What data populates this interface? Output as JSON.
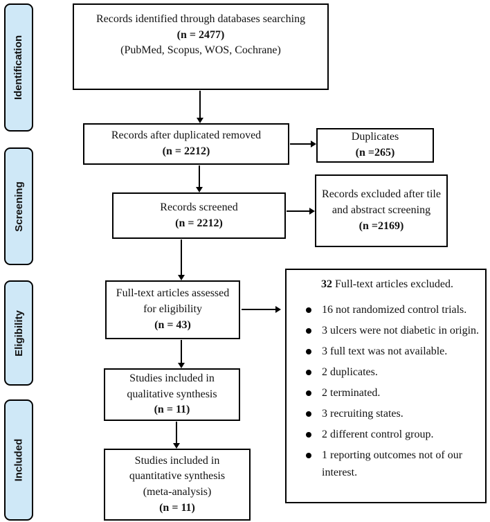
{
  "colors": {
    "stage_fill": "#cfe8f7",
    "line": "#000000",
    "background": "#ffffff"
  },
  "stages": [
    {
      "label": "Identification"
    },
    {
      "label": "Screening"
    },
    {
      "label": "Eligibility"
    },
    {
      "label": "Included"
    }
  ],
  "boxes": {
    "identified": {
      "text": "Records identified through databases searching",
      "count": "(n = 2477)",
      "sources": "(PubMed, Scopus, WOS, Cochrane)"
    },
    "after_duplicates": {
      "text": "Records after duplicated removed",
      "count": "(n = 2212)"
    },
    "duplicates": {
      "text": "Duplicates",
      "count": "(n =265)"
    },
    "screened": {
      "text": "Records screened",
      "count": "(n = 2212)"
    },
    "excluded_screening": {
      "text": "Records excluded after tile and abstract screening",
      "count": "(n =2169)"
    },
    "full_text": {
      "text": "Full-text articles assessed for eligibility",
      "count": "(n = 43)"
    },
    "excluded_full_text": {
      "count": "32",
      "title": "Full-text articles excluded.",
      "reasons": [
        "16 not randomized control trials.",
        "3 ulcers were not diabetic in origin.",
        "3 full text was not available.",
        "2 duplicates.",
        "2 terminated.",
        "3 recruiting states.",
        "2 different control group.",
        "1 reporting outcomes not of our interest."
      ]
    },
    "qualitative": {
      "text": "Studies included in qualitative synthesis",
      "count": "(n = 11)"
    },
    "quantitative": {
      "text": "Studies included in quantitative synthesis",
      "subtext": "(meta-analysis)",
      "count": "(n = 11)"
    }
  }
}
